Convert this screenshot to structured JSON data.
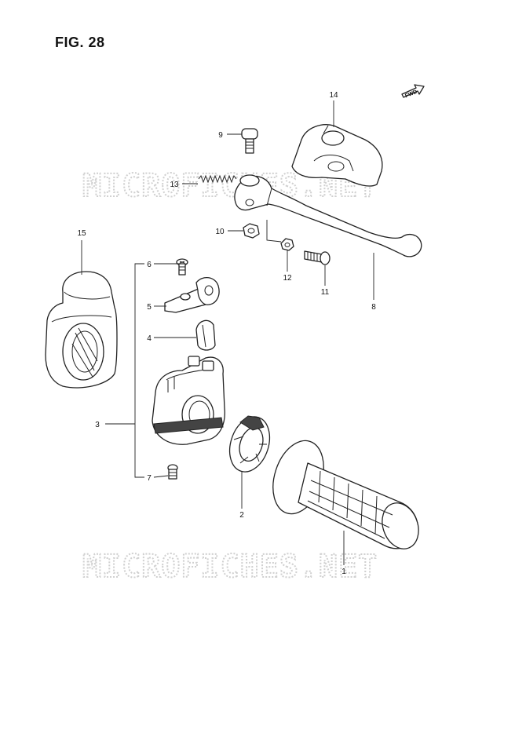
{
  "figure": {
    "title": "FIG. 28"
  },
  "watermarks": [
    "MICROFICHES.NET",
    "MICROFICHES.NET"
  ],
  "fwd_arrow": {
    "label": "FWD"
  },
  "parts": {
    "p1": "1",
    "p2": "2",
    "p3": "3",
    "p4": "4",
    "p5": "5",
    "p6": "6",
    "p7": "7",
    "p8": "8",
    "p9": "9",
    "p10": "10",
    "p11": "11",
    "p12": "12",
    "p13": "13",
    "p14": "14",
    "p15": "15"
  }
}
